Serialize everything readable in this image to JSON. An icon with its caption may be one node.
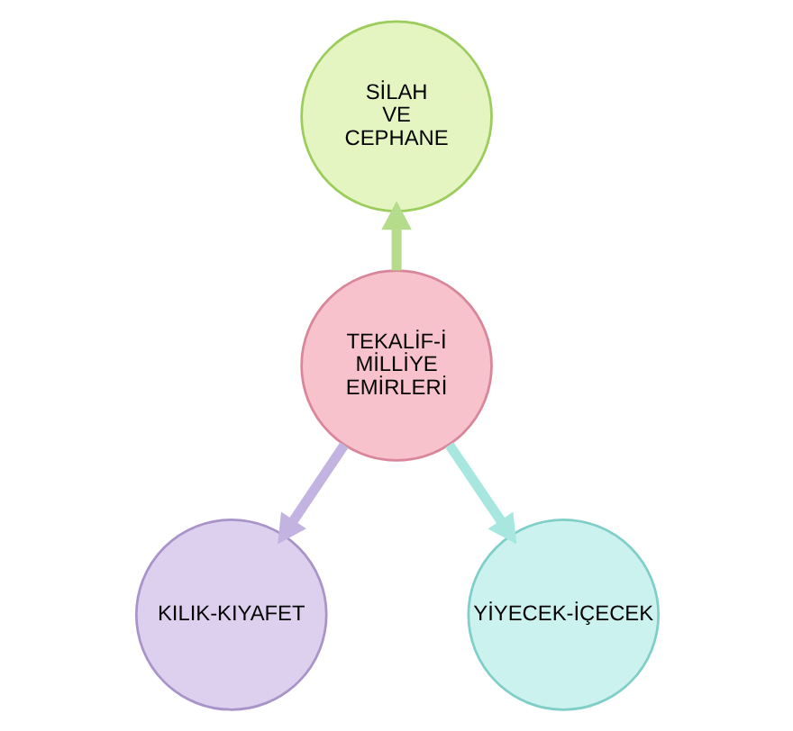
{
  "diagram": {
    "nodes": [
      {
        "text": [
          "SİLAH VE CEPHANE"
        ]
      },
      {
        "text": [
          "TEKALİF-İ MİLLİYE EMİRLERİ"
        ]
      },
      {
        "text": [
          "KILIK-KIYAFET"
        ]
      },
      {
        "text": [
          "YİYECEK-İÇECEK"
        ]
      }
    ],
    "edges": [
      {
        "from": 1,
        "to": 0,
        "arrow": "to",
        "color": "#b5dc8a"
      },
      {
        "from": 1,
        "to": 2,
        "arrow": "to",
        "color": "#c3b3e0"
      },
      {
        "from": 1,
        "to": 3,
        "arrow": "to",
        "color": "#a8e6e0"
      }
    ]
  }
}
